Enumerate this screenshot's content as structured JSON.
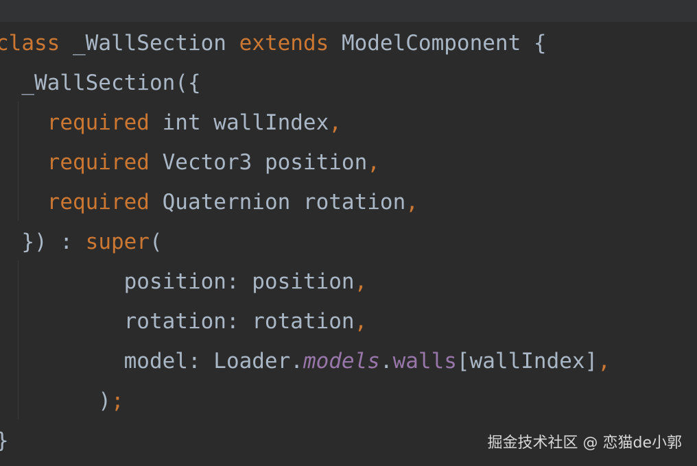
{
  "code": {
    "lines": [
      [
        {
          "t": "class",
          "c": "kw"
        },
        {
          "t": " _WallSection ",
          "c": "id"
        },
        {
          "t": "extends",
          "c": "kw"
        },
        {
          "t": " ModelComponent {",
          "c": "id"
        }
      ],
      [
        {
          "t": "  _WallSection({",
          "c": "id"
        }
      ],
      [
        {
          "t": "    ",
          "c": "id"
        },
        {
          "t": "required",
          "c": "kw"
        },
        {
          "t": " int wallIndex",
          "c": "id"
        },
        {
          "t": ",",
          "c": "comma"
        }
      ],
      [
        {
          "t": "    ",
          "c": "id"
        },
        {
          "t": "required",
          "c": "kw"
        },
        {
          "t": " Vector3 position",
          "c": "id"
        },
        {
          "t": ",",
          "c": "comma"
        }
      ],
      [
        {
          "t": "    ",
          "c": "id"
        },
        {
          "t": "required",
          "c": "kw"
        },
        {
          "t": " Quaternion rotation",
          "c": "id"
        },
        {
          "t": ",",
          "c": "comma"
        }
      ],
      [
        {
          "t": "  }) : ",
          "c": "id"
        },
        {
          "t": "super",
          "c": "kw"
        },
        {
          "t": "(",
          "c": "id"
        }
      ],
      [
        {
          "t": "          position: position",
          "c": "id"
        },
        {
          "t": ",",
          "c": "comma"
        }
      ],
      [
        {
          "t": "          rotation: rotation",
          "c": "id"
        },
        {
          "t": ",",
          "c": "comma"
        }
      ],
      [
        {
          "t": "          model: Loader.",
          "c": "id"
        },
        {
          "t": "models",
          "c": "field"
        },
        {
          "t": ".",
          "c": "id"
        },
        {
          "t": "walls",
          "c": "prop"
        },
        {
          "t": "[wallIndex]",
          "c": "id"
        },
        {
          "t": ",",
          "c": "comma"
        }
      ],
      [
        {
          "t": "        )",
          "c": "id"
        },
        {
          "t": ";",
          "c": "comma"
        }
      ],
      [
        {
          "t": "}",
          "c": "id"
        }
      ]
    ]
  },
  "watermark": "掘金技术社区 @ 恋猫de小郭",
  "colors": {
    "background": "#2b2b2b",
    "keyword": "#cc7832",
    "identifier": "#a9b7c6",
    "field": "#9876aa"
  }
}
